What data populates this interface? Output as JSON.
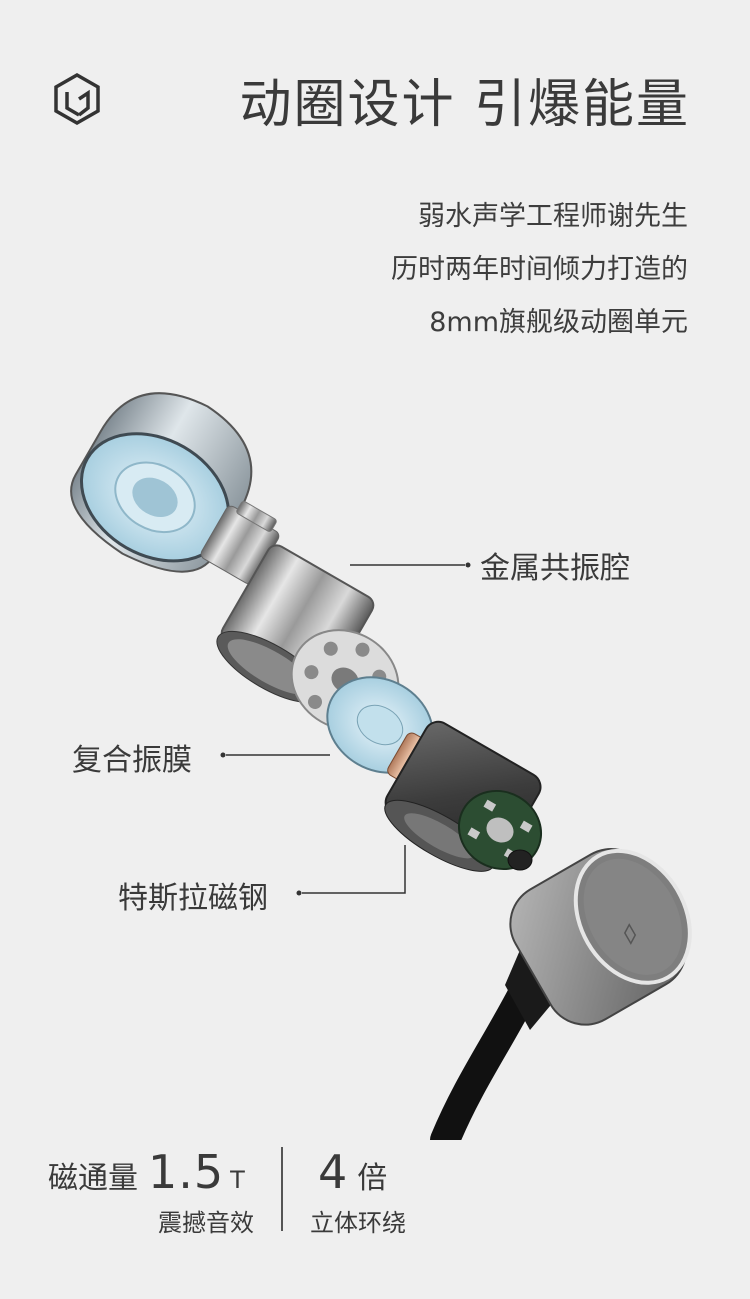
{
  "header": {
    "title": "动圈设计 引爆能量",
    "logo_icon": "cube-logo-icon"
  },
  "intro": {
    "lines": [
      "弱水声学工程师谢先生",
      "历时两年时间倾力打造的",
      "8mm旗舰级动圈单元"
    ]
  },
  "callouts": {
    "cavity": "金属共振腔",
    "diaphragm": "复合振膜",
    "magnet": "特斯拉磁钢"
  },
  "stats": {
    "flux_label": "磁通量",
    "flux_value": "1.5",
    "flux_unit": "T",
    "flux_desc": "震撼音效",
    "surround_value": "4",
    "surround_unit": "倍",
    "surround_desc": "立体环绕"
  },
  "colors": {
    "background": "#efefef",
    "text": "#3a3a3a",
    "tip_blue": "#b8d8e6",
    "coil_green": "#2c4d32"
  }
}
